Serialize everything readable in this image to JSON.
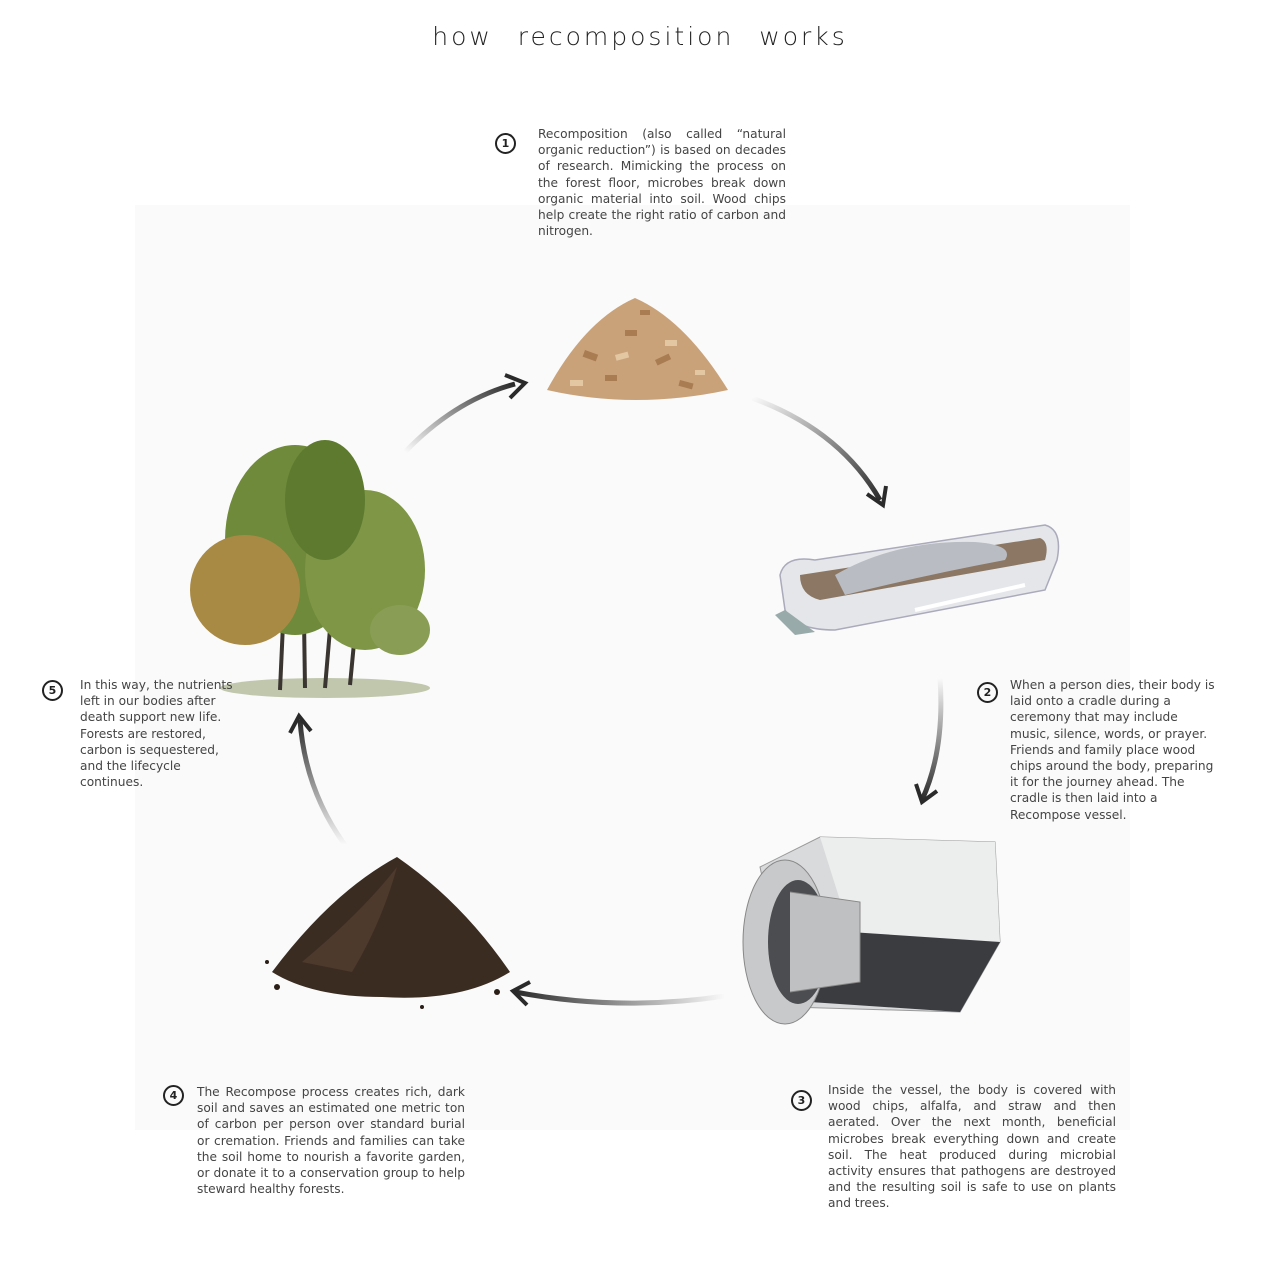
{
  "title": "how  recomposition  works",
  "steps": [
    {
      "number": "1",
      "text": "Recomposition (also called “natural organic reduction”) is based on decades of research. Mimicking the process on the forest floor, microbes break down organic material into soil. Wood chips help create the right ratio of carbon and nitrogen."
    },
    {
      "number": "2",
      "text": "When a person dies, their body is laid onto a cradle during a ceremony that may include music, silence, words, or prayer. Friends and family place wood chips around the body, preparing it for the journey ahead. The cradle is then laid into a Recompose vessel."
    },
    {
      "number": "3",
      "text": "Inside the vessel, the body is covered with wood chips, alfalfa, and straw and then aerated. Over the next month, beneficial microbes break everything down and create soil. The heat produced during microbial activity ensures that pathogens are destroyed and the resulting soil is safe to use on plants and trees."
    },
    {
      "number": "4",
      "text": "The Recompose process creates rich, dark soil and saves an estimated one metric ton of carbon per person over standard burial or cremation. Friends and families can take the soil home to nourish a favorite garden, or donate it to a conservation group to help steward healthy forests."
    },
    {
      "number": "5",
      "text": "In this way, the nutrients left in our bodies after death support new life. Forests are restored, carbon is sequestered, and the lifecycle continues."
    }
  ],
  "colors": {
    "arrow": "#2a2a2a",
    "soil": "#3b2c22",
    "chips": "#c9a27a",
    "foliage": "#6f8a3a",
    "metal": "#d9dadc"
  }
}
